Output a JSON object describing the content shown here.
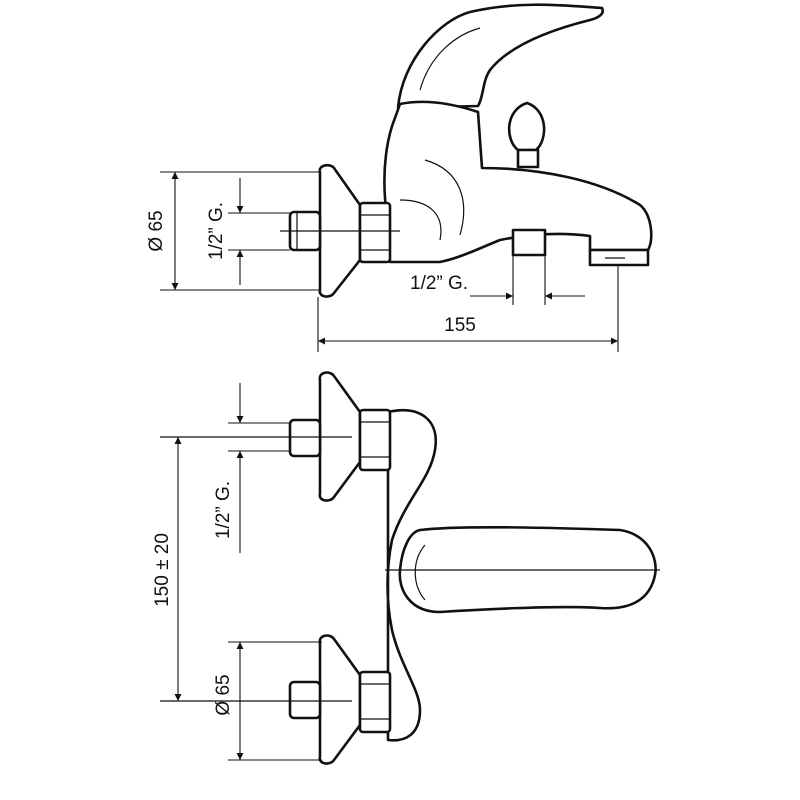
{
  "top_view": {
    "flange_diameter": "Ø 65",
    "inlet_thread": "1/2” G.",
    "outlet_thread": "1/2” G.",
    "overall_length": "155"
  },
  "front_view": {
    "inlet_thread": "1/2” G.",
    "center_distance": "150 ± 20",
    "flange_diameter": "Ø 65"
  }
}
